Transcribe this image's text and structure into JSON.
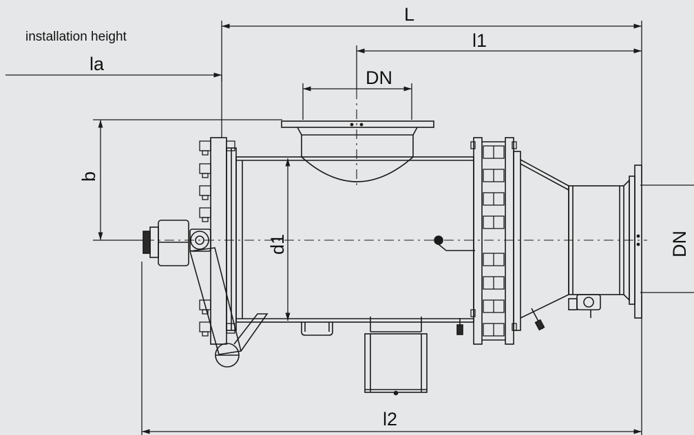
{
  "labels": {
    "L": "L",
    "l1": "l1",
    "installation_height": "installation height",
    "la": "la",
    "DN_top": "DN",
    "b": "b",
    "d1": "d1",
    "DN_right": "DN",
    "l2": "l2"
  },
  "colors": {
    "background": "#e6e7e8",
    "line": "#1a1a1a"
  }
}
